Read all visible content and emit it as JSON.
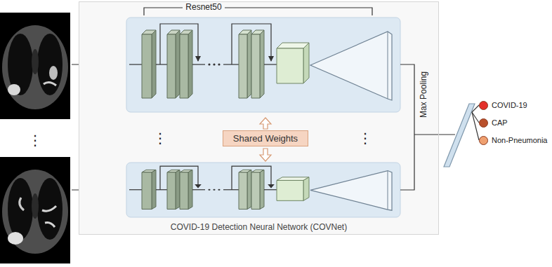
{
  "diagram": {
    "nodes": [
      {
        "text": [
          "COVID-19 Detection Neural Network (COVNet)"
        ]
      },
      {
        "text": [
          "Shared Weights"
        ],
        "in": 0
      },
      {
        "text": [
          "COVID-19"
        ]
      },
      {
        "text": [
          "CAP"
        ]
      },
      {
        "text": [
          "Non-Pneumonia"
        ]
      }
    ],
    "labels": [
      "Resnet50",
      "⋮",
      "⋮",
      "⋮",
      "Max Pooling"
    ]
  }
}
